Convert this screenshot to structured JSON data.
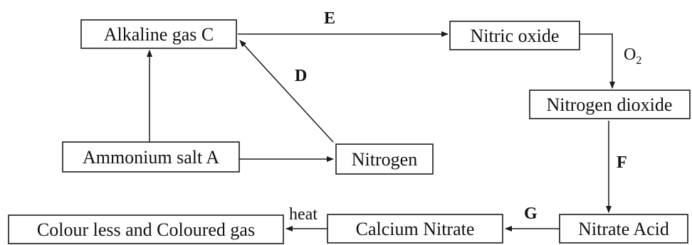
{
  "nodes": {
    "alkaline_gas": "Alkaline gas C",
    "nitric_oxide": "Nitric oxide",
    "nitrogen_dioxide": "Nitrogen dioxide",
    "ammonium_salt": "Ammonium salt A",
    "nitrogen": "Nitrogen",
    "nitrate_acid": "Nitrate Acid",
    "calcium_nitrate": "Calcium Nitrate",
    "colourless_coloured_gas": "Colour less and Coloured gas"
  },
  "edges": {
    "e_label": "E",
    "d_label": "D",
    "o2_label": "O",
    "o2_subscript": "2",
    "f_label": "F",
    "g_label": "G",
    "heat_label": "heat"
  },
  "colors": {
    "ink": "#1a1a1a",
    "background": "#ffffff"
  }
}
